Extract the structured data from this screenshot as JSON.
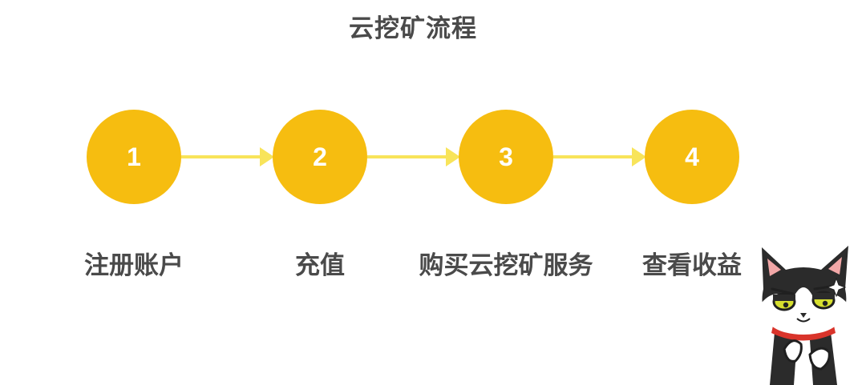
{
  "title": "云挖矿流程",
  "steps": [
    {
      "number": "1",
      "label": "注册账户"
    },
    {
      "number": "2",
      "label": "充值"
    },
    {
      "number": "3",
      "label": "购买云挖矿服务"
    },
    {
      "number": "4",
      "label": "查看收益"
    }
  ],
  "colors": {
    "circle": "#f6bd10",
    "arrow": "#f8e45a",
    "text": "#4a4a4a"
  },
  "decoration": "cat-mascot"
}
